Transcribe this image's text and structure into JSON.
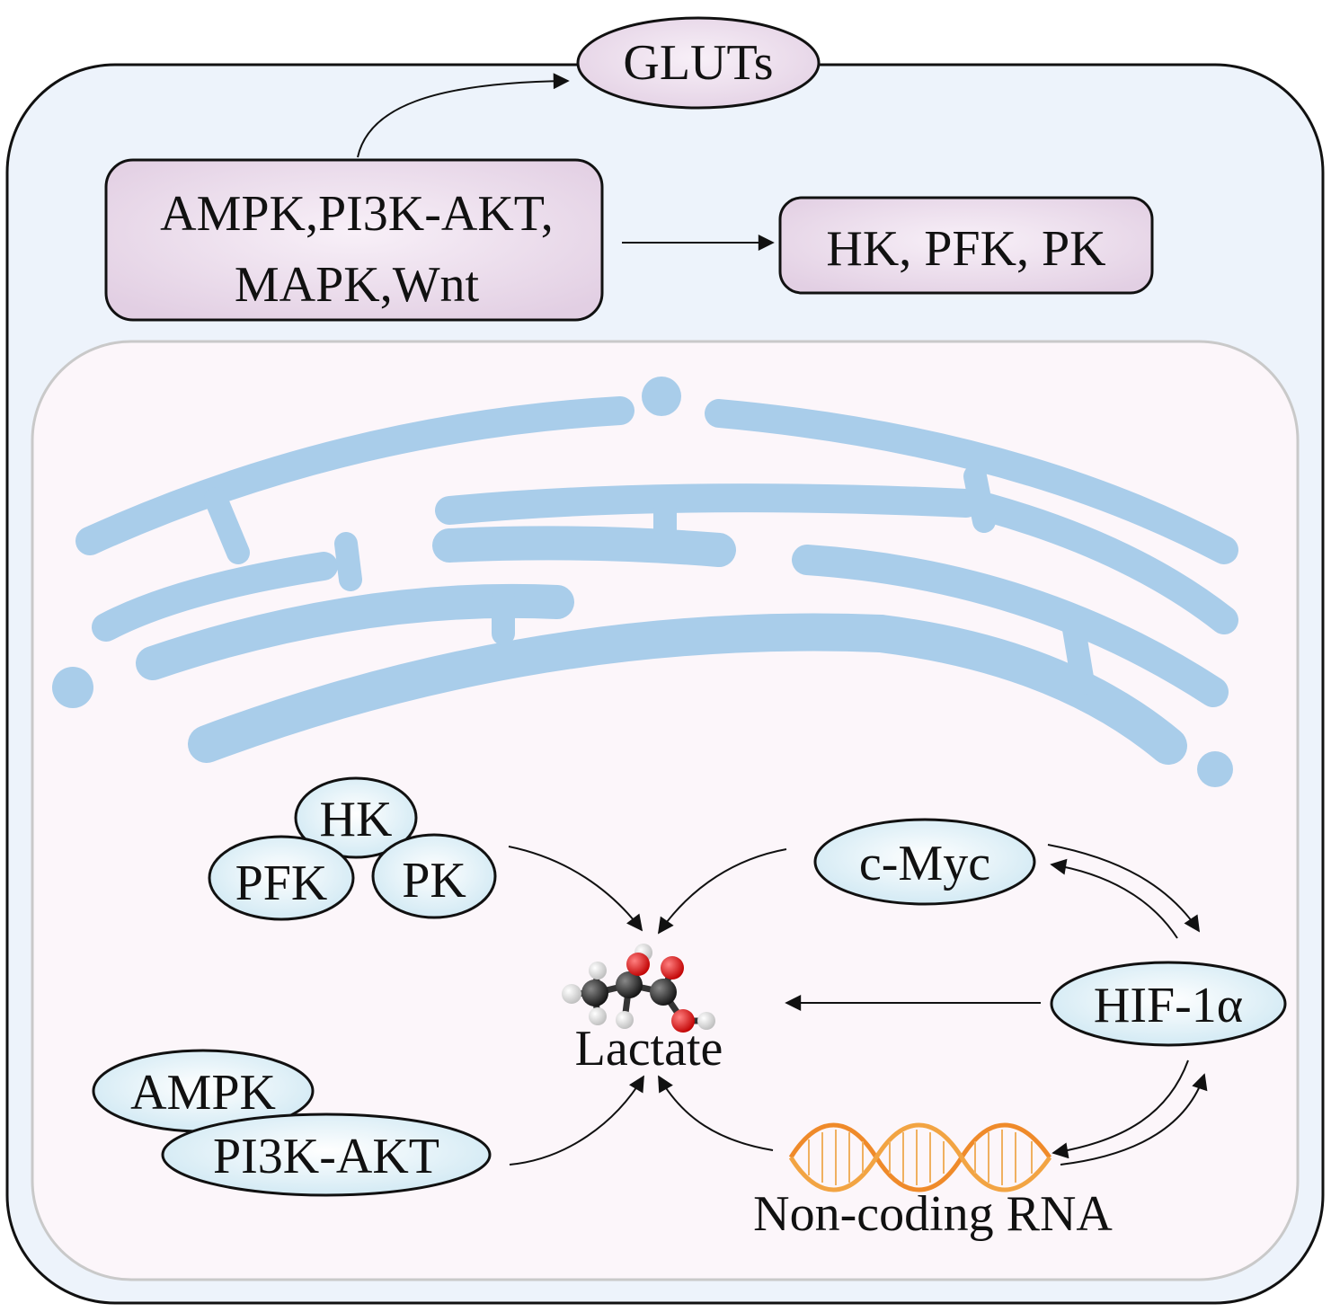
{
  "labels": {
    "gluts": "GLUTs",
    "pathways_line1": "AMPK,PI3K-AKT,",
    "pathways_line2": "MAPK,Wnt",
    "enzymes_top": "HK, PFK, PK",
    "hk": "HK",
    "pfk": "PFK",
    "pk": "PK",
    "cmyc": "c-Myc",
    "hif": "HIF-1α",
    "lactate": "Lactate",
    "ampk": "AMPK",
    "pi3k_akt": "PI3K-AKT",
    "noncoding_rna": "Non-coding RNA"
  },
  "colors": {
    "cell_fill": "#edf3fb",
    "nucleus_fill": "#fcf6fa",
    "pink_box": "#ead8ea",
    "cyan_ellipse": "#dff0f7",
    "er_blue": "#a9cdea",
    "dna_orange": "#ef8a2a",
    "carbon": "#222222",
    "oxygen": "#e01a1a",
    "hydrogen": "#f2f2f2"
  },
  "icons": {
    "er": "endoplasmic-reticulum-illustration",
    "molecule": "lactate-molecule-icon",
    "dna": "dna-helix-icon"
  }
}
